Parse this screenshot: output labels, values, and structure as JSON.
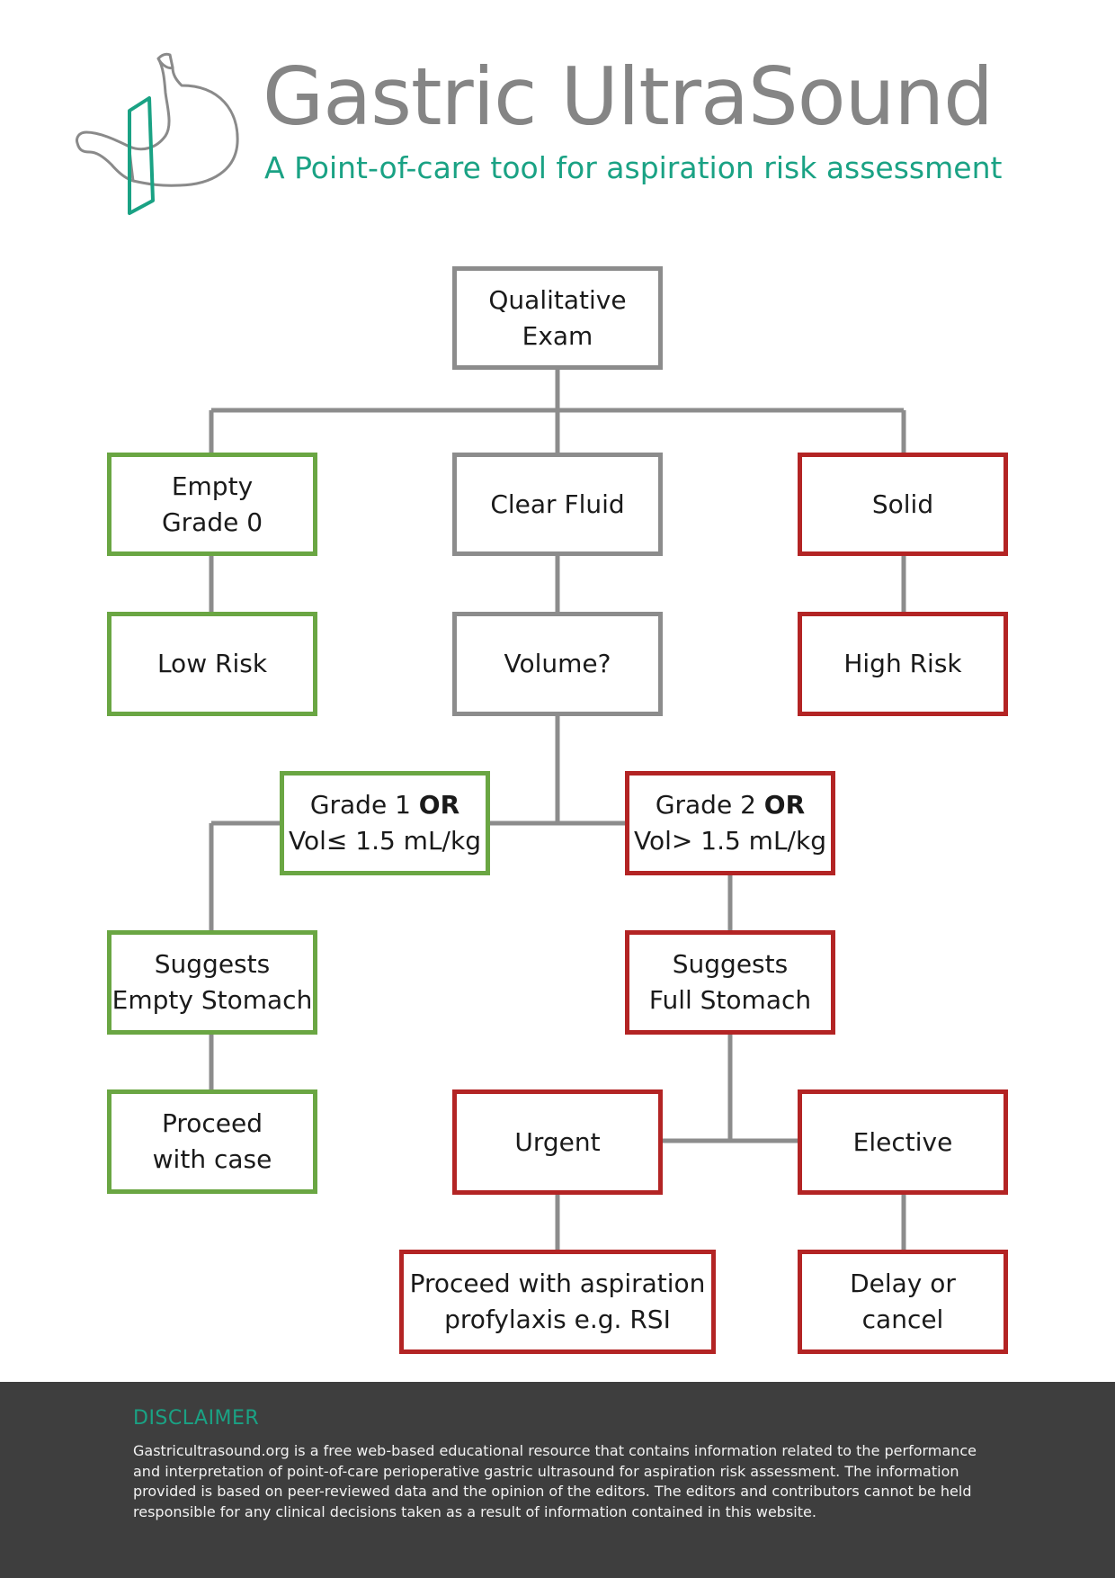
{
  "header": {
    "title": "Gastric UltraSound",
    "subtitle": "A Point-of-care tool for aspiration risk assessment",
    "logo_icon": "stomach-with-probe-icon"
  },
  "colors": {
    "gray": "#8c8c8c",
    "green": "#6aa643",
    "red": "#b32424",
    "teal": "#1aa284",
    "footer_bg": "#3e3e3e"
  },
  "flowchart": {
    "qualitative": "Qualitative\nExam",
    "empty_line1": "Empty",
    "empty_line2": "Grade 0",
    "clear_fluid": "Clear Fluid",
    "solid": "Solid",
    "low_risk": "Low Risk",
    "volume": "Volume?",
    "high_risk": "High Risk",
    "grade1_line1": "Grade 1 ",
    "grade1_or": "OR",
    "grade1_line2": "Vol≤ 1.5 mL/kg",
    "grade2_line1": "Grade 2 ",
    "grade2_or": "OR",
    "grade2_line2": "Vol> 1.5 mL/kg",
    "suggests_empty": "Suggests\nEmpty Stomach",
    "suggests_full": "Suggests\nFull Stomach",
    "proceed_case": "Proceed\nwith case",
    "urgent": "Urgent",
    "elective": "Elective",
    "proceed_aspiration": "Proceed with aspiration\nprofylaxis e.g. RSI",
    "delay_cancel": "Delay or\ncancel"
  },
  "footer": {
    "disclaimer_title": "DISCLAIMER",
    "disclaimer_text": "Gastricultrasound.org is a free web-based educational resource that contains information related to the performance and interpretation of point-of-care perioperative gastric ultrasound for aspiration risk assessment. The information provided is based on peer-reviewed data and the opinion of the editors. The editors and contributors cannot be held responsible for any clinical decisions taken as a result of information contained in this website."
  }
}
